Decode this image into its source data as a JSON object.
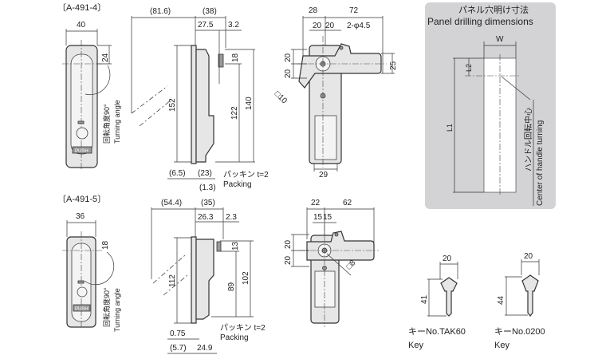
{
  "model_a": {
    "title": "〔A-491-4〕",
    "width": "40",
    "top_offset": "24",
    "turning_angle_jp": "回転角度90°",
    "turning_angle_en": "Turning angle",
    "push": "PUSH",
    "side": {
      "swing": "(81.6)",
      "depth": "(38)",
      "d1": "27.5",
      "d2": "3.2",
      "h_total": "152",
      "h_top": "18",
      "h_122": "122",
      "h_140": "140",
      "b1": "(6.5)",
      "b2": "(23)",
      "b3": "(1.3)",
      "packing_jp": "パッキン t=2",
      "packing_en": "Packing"
    },
    "back": {
      "w1": "28",
      "w2": "72",
      "h1": "20",
      "h2": "20",
      "holes": "2-φ4.5",
      "v1": "20",
      "v2": "20",
      "bar": "25",
      "square": "□10",
      "bottom": "29"
    }
  },
  "model_b": {
    "title": "〔A-491-5〕",
    "width": "36",
    "top_offset": "18",
    "turning_angle_jp": "回転角度90°",
    "turning_angle_en": "Turning angle",
    "push": "PUSH",
    "side": {
      "swing": "(54.4)",
      "depth": "(35)",
      "d1": "26.3",
      "d2": "2.3",
      "h_top": "13",
      "h_total": "112",
      "h_89": "89",
      "h_102": "102",
      "b1": "0.75",
      "b2": "(5.7)",
      "b3": "24.9",
      "packing_jp": "パッキン t=2",
      "packing_en": "Packing"
    },
    "back": {
      "w1": "22",
      "w2": "62",
      "h1": "15",
      "h2": "15",
      "v1": "20",
      "v2": "20",
      "square": "□8"
    }
  },
  "panel": {
    "title_jp": "パネル穴明け寸法",
    "title_en": "Panel drilling dimensions",
    "w": "W",
    "l1": "L1",
    "l2": "L2",
    "center_jp": "ハンドル回転中心",
    "center_en": "Center of handle turning",
    "bg": "#d3d3d5"
  },
  "keys": [
    {
      "width": "20",
      "length": "41",
      "label_jp": "キーNo.TAK60",
      "label_en": "Key"
    },
    {
      "width": "20",
      "length": "44",
      "label_jp": "キーNo.0200",
      "label_en": "Key"
    }
  ]
}
